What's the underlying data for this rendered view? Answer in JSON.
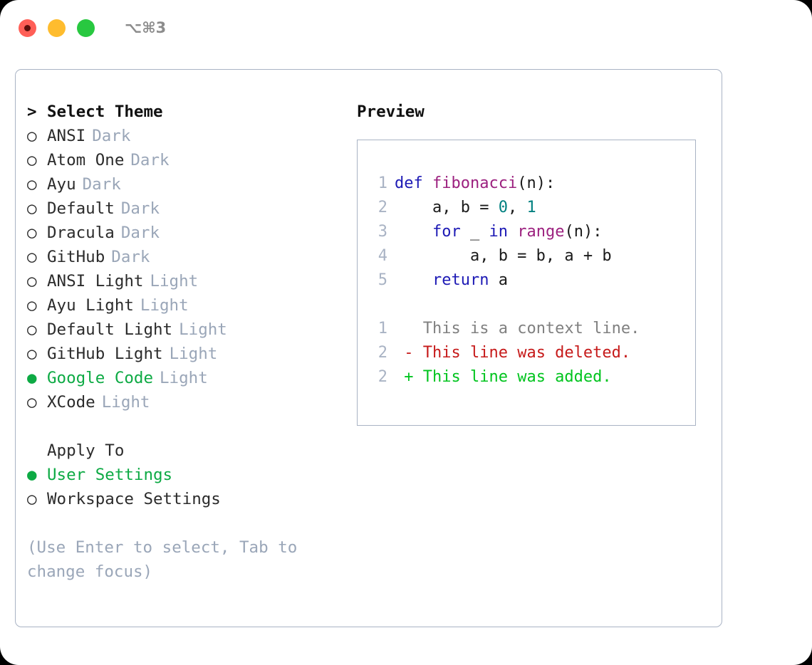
{
  "titlebar": {
    "dots": [
      "close-red",
      "minimize-yellow",
      "maximize-green"
    ],
    "shortcut": "⌥⌘3"
  },
  "left": {
    "header": {
      "marker": ">",
      "label": "Select Theme"
    },
    "themes": [
      {
        "marker": "○",
        "name": "ANSI",
        "variant": "Dark",
        "selected": false
      },
      {
        "marker": "○",
        "name": "Atom One",
        "variant": "Dark",
        "selected": false
      },
      {
        "marker": "○",
        "name": "Ayu",
        "variant": "Dark",
        "selected": false
      },
      {
        "marker": "○",
        "name": "Default",
        "variant": "Dark",
        "selected": false
      },
      {
        "marker": "○",
        "name": "Dracula",
        "variant": "Dark",
        "selected": false
      },
      {
        "marker": "○",
        "name": "GitHub",
        "variant": "Dark",
        "selected": false
      },
      {
        "marker": "○",
        "name": "ANSI Light",
        "variant": "Light",
        "selected": false
      },
      {
        "marker": "○",
        "name": "Ayu Light",
        "variant": "Light",
        "selected": false
      },
      {
        "marker": "○",
        "name": "Default Light",
        "variant": "Light",
        "selected": false
      },
      {
        "marker": "○",
        "name": "GitHub Light",
        "variant": "Light",
        "selected": false
      },
      {
        "marker": "●",
        "name": "Google Code",
        "variant": "Light",
        "selected": true
      },
      {
        "marker": "○",
        "name": "XCode",
        "variant": "Light",
        "selected": false
      }
    ],
    "apply_to": {
      "heading": "Apply To",
      "options": [
        {
          "marker": "●",
          "label": "User Settings",
          "selected": true
        },
        {
          "marker": "○",
          "label": "Workspace Settings",
          "selected": false
        }
      ]
    },
    "hint": "(Use Enter to select, Tab to change focus)"
  },
  "right": {
    "title": "Preview",
    "code_lines": [
      {
        "no": "1",
        "tokens": [
          {
            "t": "def ",
            "c": "kw"
          },
          {
            "t": "fibonacci",
            "c": "fn"
          },
          {
            "t": "(n):",
            "c": "pl"
          }
        ]
      },
      {
        "no": "2",
        "tokens": [
          {
            "t": "    a, b = ",
            "c": "pl"
          },
          {
            "t": "0",
            "c": "num"
          },
          {
            "t": ", ",
            "c": "pl"
          },
          {
            "t": "1",
            "c": "num"
          }
        ]
      },
      {
        "no": "3",
        "tokens": [
          {
            "t": "    ",
            "c": "pl"
          },
          {
            "t": "for",
            "c": "kw"
          },
          {
            "t": " _ ",
            "c": "pl"
          },
          {
            "t": "in",
            "c": "kw"
          },
          {
            "t": " ",
            "c": "pl"
          },
          {
            "t": "range",
            "c": "fn"
          },
          {
            "t": "(n):",
            "c": "pl"
          }
        ]
      },
      {
        "no": "4",
        "tokens": [
          {
            "t": "        a, b = b, a + b",
            "c": "pl"
          }
        ]
      },
      {
        "no": "5",
        "tokens": [
          {
            "t": "    ",
            "c": "pl"
          },
          {
            "t": "return",
            "c": "kw"
          },
          {
            "t": " a",
            "c": "pl"
          }
        ]
      }
    ],
    "diff_lines": [
      {
        "no": "1",
        "sign": " ",
        "text": "This is a context line.",
        "kind": "ctx"
      },
      {
        "no": "2",
        "sign": "-",
        "text": "This line was deleted.",
        "kind": "del"
      },
      {
        "no": "2",
        "sign": "+",
        "text": "This line was added.",
        "kind": "add"
      }
    ]
  },
  "colors": {
    "accent_green": "#0daa44",
    "muted": "#9aa6b8",
    "border": "#a9b3c4",
    "keyword": "#1d1ab5",
    "function": "#9c217f",
    "number": "#008080",
    "diff_add": "#00c41e",
    "diff_del": "#c61a1a"
  }
}
